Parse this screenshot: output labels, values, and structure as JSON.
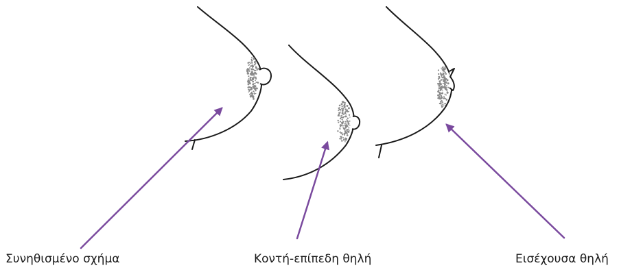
{
  "labels": [
    "Συνηθισμένο σχήμα",
    "Κοντή-επίπεδη θηλή",
    "Εισέχουσα θηλή"
  ],
  "colors": {
    "arrow": "#7a4a9e",
    "outline": "#1a1a1a",
    "areola_dots": "#8a8a8a"
  }
}
